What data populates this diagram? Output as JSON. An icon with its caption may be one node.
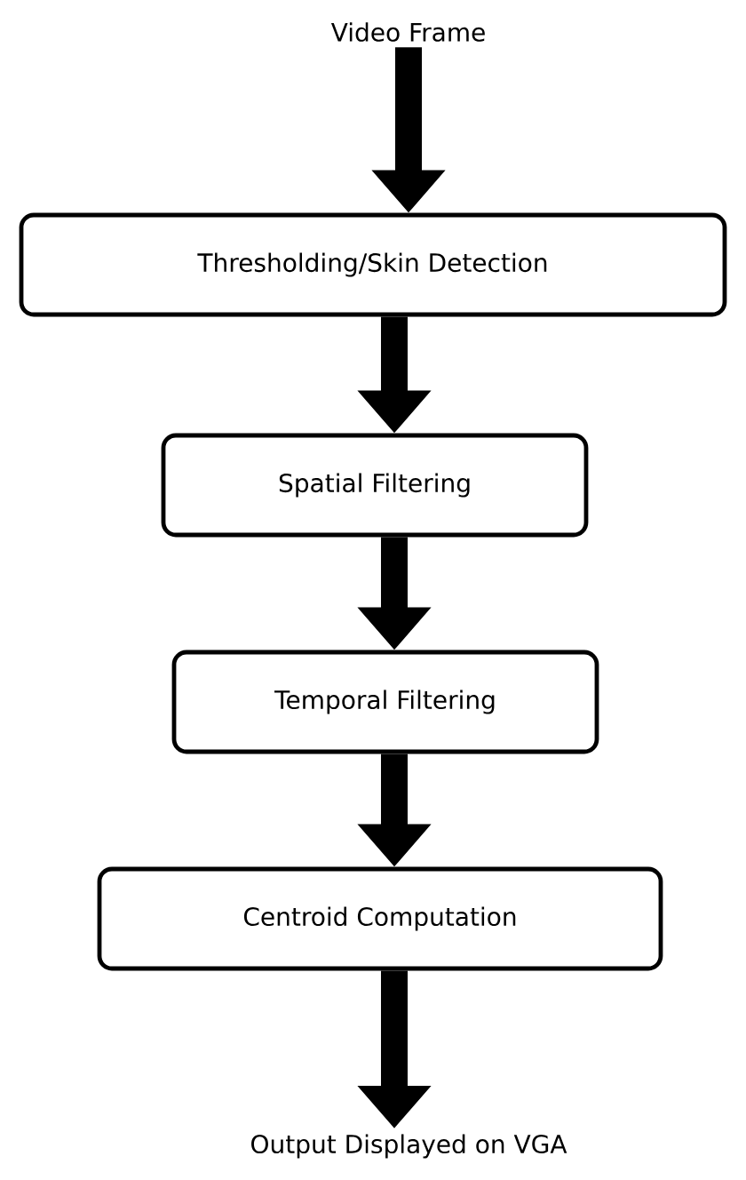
{
  "diagram": {
    "nodes": [
      {
        "text": [
          "Video Frame"
        ]
      },
      {
        "text": [
          "Thresholding/Skin Detection"
        ]
      },
      {
        "text": [
          "Spatial Filtering"
        ]
      },
      {
        "text": [
          "Temporal Filtering"
        ]
      },
      {
        "text": [
          "Centroid Computation"
        ]
      },
      {
        "text": [
          "Output Displayed on VGA"
        ]
      }
    ],
    "edges": [
      {
        "from": 0,
        "to": 1,
        "arrow": "to"
      },
      {
        "from": 1,
        "to": 2,
        "arrow": "to"
      },
      {
        "from": 2,
        "to": 3,
        "arrow": "to"
      },
      {
        "from": 3,
        "to": 4,
        "arrow": "to"
      },
      {
        "from": 4,
        "to": 5,
        "arrow": "to"
      }
    ]
  }
}
